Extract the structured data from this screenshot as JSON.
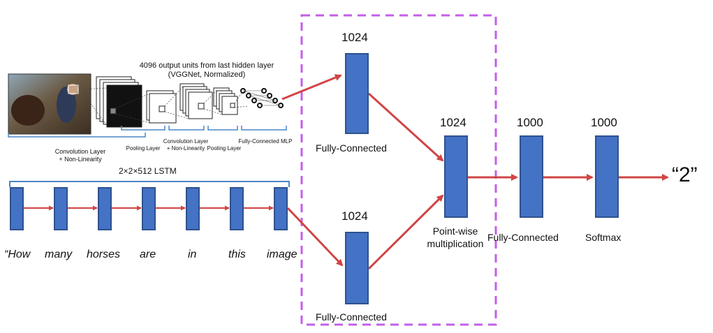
{
  "cnn": {
    "top_label_line1": "4096 output  units from last hidden layer",
    "top_label_line2": "(VGGNet, Normalized)",
    "conv_label_line1": "Convolution Layer",
    "conv_label_line2": "+ Non-Linearity",
    "pool_label": "Pooling Layer",
    "conv2_label_line1": "Convolution Layer",
    "conv2_label_line2": "+ Non-Linearity",
    "pool2_label": "Pooling  Layer",
    "mlp_label": "Fully-Connected MLP"
  },
  "lstm": {
    "label": "2×2×512 LSTM",
    "words": [
      "“How",
      "many",
      "horses",
      "are",
      "in",
      "this",
      "image"
    ]
  },
  "network": {
    "fc_top_units": "1024",
    "fc_top_label": "Fully-Connected",
    "fc_bottom_units": "1024",
    "fc_bottom_label": "Fully-Connected",
    "pointwise_units": "1024",
    "pointwise_label_line1": "Point-wise",
    "pointwise_label_line2": "multiplication",
    "fc2_units": "1000",
    "fc2_label": "Fully-Connected",
    "softmax_units": "1000",
    "softmax_label": "Softmax",
    "output": "“2”"
  },
  "colors": {
    "box_fill": "#4472c4",
    "box_border": "#2f528f",
    "arrow": "#d04545",
    "dashed_frame": "#c45ee8",
    "bracket": "#4a86c8"
  }
}
